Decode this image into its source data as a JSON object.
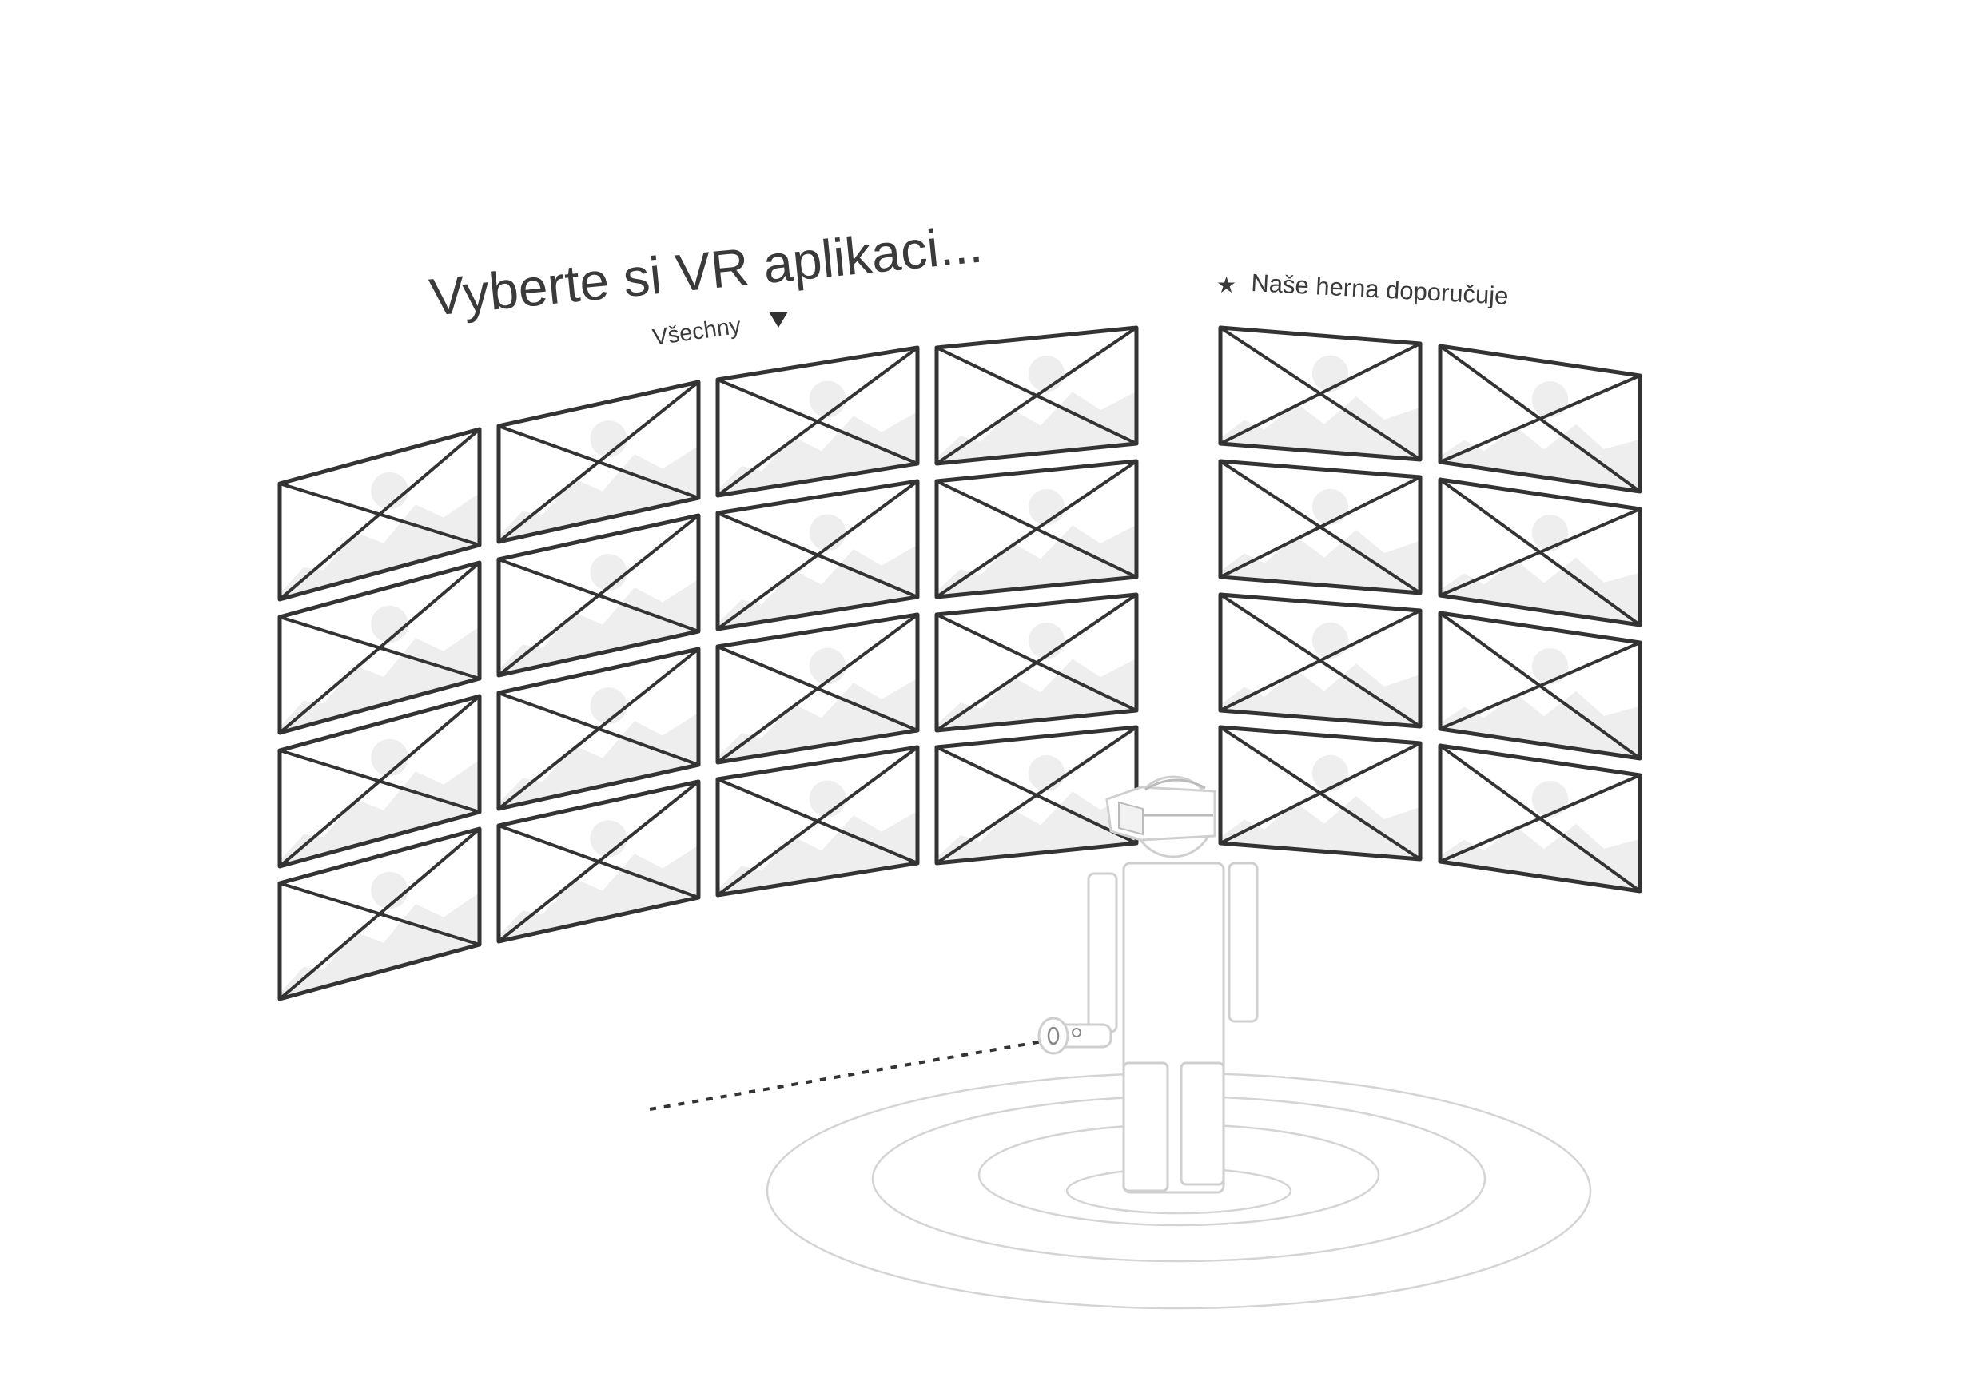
{
  "title": "Vyberte si VR aplikaci...",
  "filter": {
    "label": "Všechny",
    "arrow_icon": "triangle-down-icon"
  },
  "recommended": {
    "star_icon": "star-icon",
    "label": "Naše herna doporučuje"
  },
  "app_tile_icon": "image-placeholder-icon",
  "colors": {
    "stroke": "#333333",
    "placeholder_fill": "#eeeeee",
    "figure_stroke": "#cfcfcf"
  }
}
